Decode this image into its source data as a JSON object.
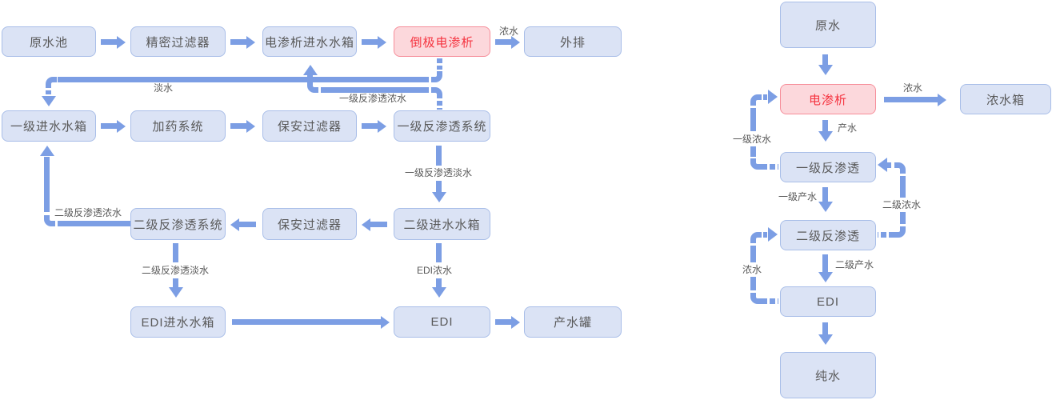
{
  "colors": {
    "box_fill": "#dbe3f5",
    "box_border": "#a9bee8",
    "box_text": "#595959",
    "highlight_fill": "#fcd8dc",
    "highlight_border": "#f68e9a",
    "highlight_text": "#f5333f",
    "connector": "#7c9ee4",
    "background": "#ffffff"
  },
  "left_flowchart": {
    "nodes": {
      "raw_water_pool": "原水池",
      "precision_filter": "精密过滤器",
      "ed_feed_tank": "电渗析进水水箱",
      "edr": "倒极电渗析",
      "discharge": "外排",
      "stage1_feed_tank": "一级进水水箱",
      "dosing_system": "加药系统",
      "security_filter_1": "保安过滤器",
      "stage1_ro": "一级反渗透系统",
      "stage2_ro": "二级反渗透系统",
      "security_filter_2": "保安过滤器",
      "stage2_feed_tank": "二级进水水箱",
      "edi_feed_tank": "EDI进水水箱",
      "edi": "EDI",
      "product_tank": "产水罐"
    },
    "edge_labels": {
      "concentrate": "浓水",
      "fresh_water": "淡水",
      "stage1_ro_concentrate": "一级反渗透浓水",
      "stage1_ro_permeate": "一级反渗透淡水",
      "stage2_ro_concentrate": "二级反渗透浓水",
      "stage2_ro_permeate": "二级反渗透淡水",
      "edi_concentrate": "EDI浓水"
    }
  },
  "right_flowchart": {
    "nodes": {
      "raw_water": "原水",
      "ed": "电渗析",
      "concentrate_tank": "浓水箱",
      "stage1_ro": "一级反渗透",
      "stage2_ro": "二级反渗透",
      "edi": "EDI",
      "pure_water": "纯水"
    },
    "edge_labels": {
      "concentrate": "浓水",
      "product_water": "产水",
      "stage1_concentrate": "一级浓水",
      "stage1_product": "一级产水",
      "stage2_concentrate": "二级浓水",
      "stage2_product": "二级产水",
      "edi_concentrate": "浓水"
    }
  }
}
